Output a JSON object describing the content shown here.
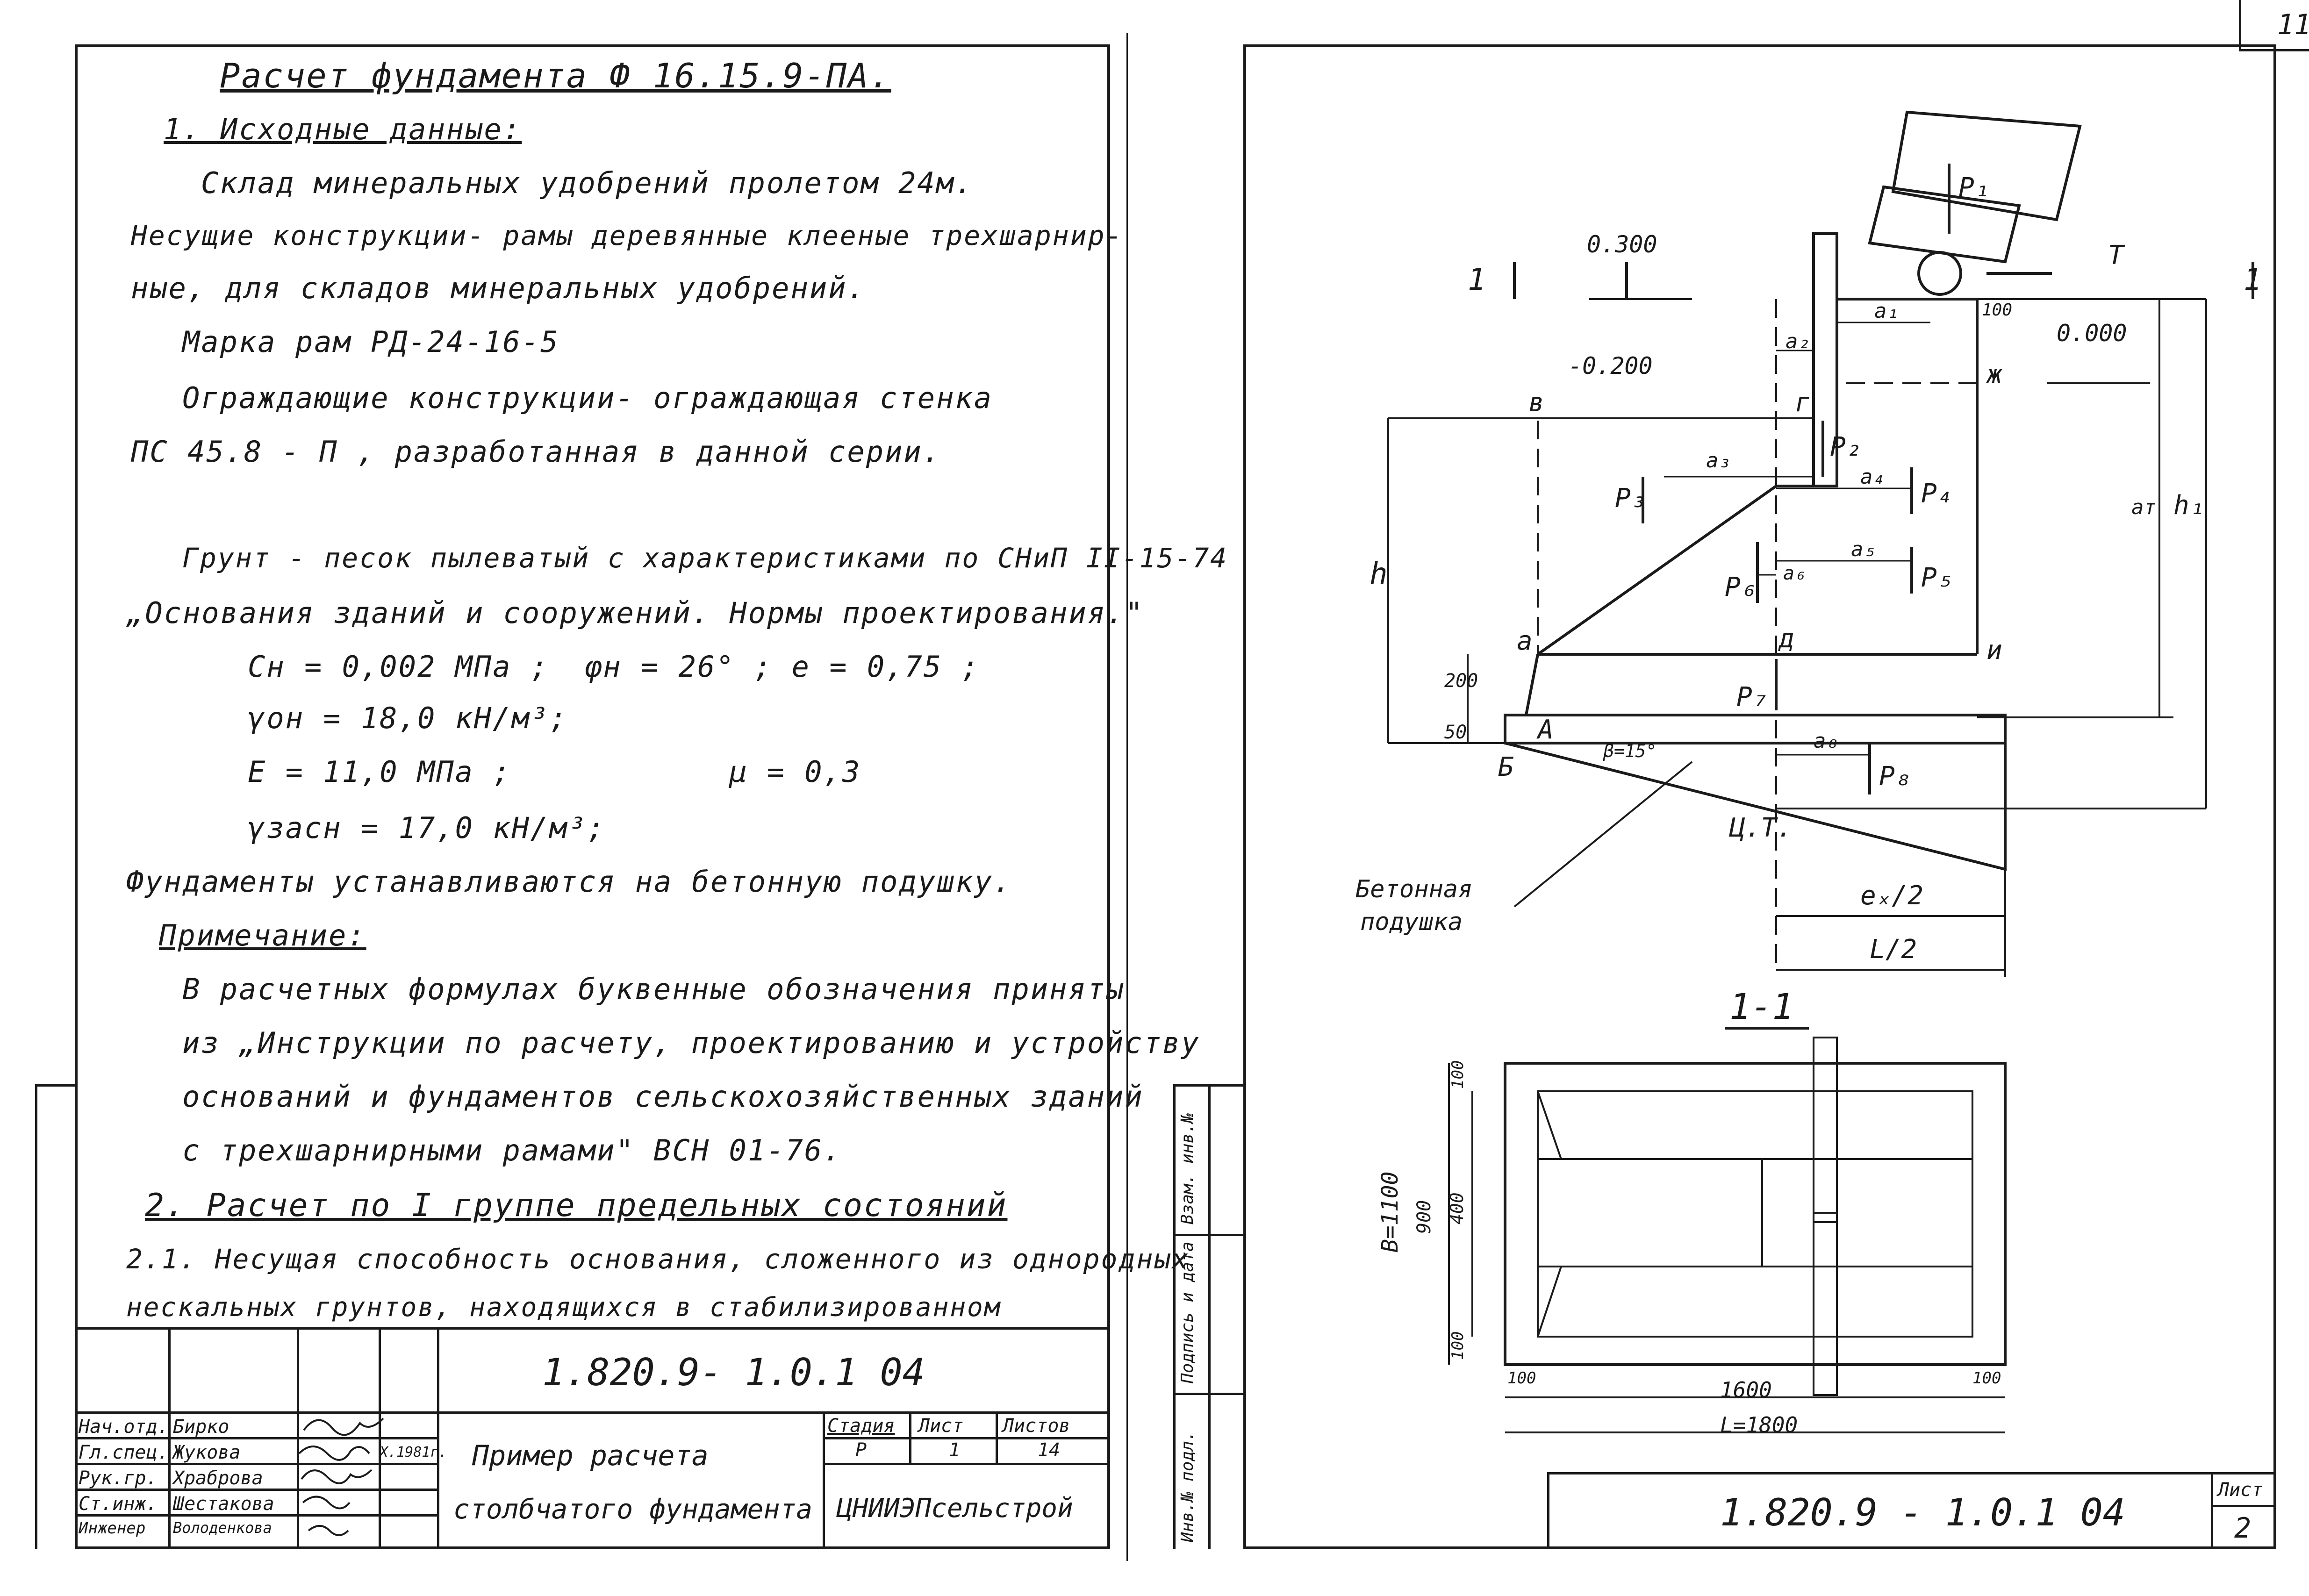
{
  "page_number": "11",
  "left": {
    "title": "Расчет фундамента Ф 16.15.9-ПА.",
    "h1": "1. Исходные данные:",
    "p1": "Склад минеральных удобрений пролетом 24м.",
    "p2a": "Несущие конструкции- рамы деревянные клееные трехшарнир-",
    "p2b": "ные, для складов минеральных удобрений.",
    "p3": "Марка рам   РД-24-16-5",
    "p4a": "Ограждающие конструкции- ограждающая  стенка",
    "p4b": "ПС 45.8 - П ,   разработанная  в данной серии.",
    "p5a": "Грунт - песок пылеватый с характеристиками по СНиП II-15-74",
    "p5b": "„Основания зданий и сооружений. Нормы проектирования.\"",
    "f1": "Сн = 0,002 МПа ;",
    "f2": "φн = 26° ;   e = 0,75 ;",
    "f3": "γон = 18,0 кН/м³;",
    "f4": "E = 11,0 МПа ;",
    "f5": "μ = 0,3",
    "f6": "γзасн = 17,0 кН/м³;",
    "p6": "Фундаменты устанавливаются на бетонную подушку.",
    "h2": "Примечание:",
    "n1": "В расчетных формулах буквенные обозначения приняты",
    "n2": "из „Инструкции по расчету, проектированию и устройству",
    "n3": "оснований и фундаментов сельскохозяйственных зданий",
    "n4": "с трехшарнирными рамами\" ВСН 01-76.",
    "h3": "2. Расчет по I группе предельных состояний",
    "p7a": "2.1. Несущая способность основания, сложенного из однородных",
    "p7b": "нескальных грунтов, находящихся в стабилизированном",
    "stamp": {
      "code": "1.820.9- 1.0.1 04",
      "roles": [
        "Нач.отд.",
        "Гл.спец.",
        "Рук.гр.",
        "Ст.инж.",
        "Инженер"
      ],
      "names": [
        "Бирко",
        "Жукова",
        "Храброва",
        "Шестакова",
        "Володенкова"
      ],
      "date": "X.1981г.",
      "title_line1": "Пример расчета",
      "title_line2": "столбчатого фундамента",
      "stage_label": "Стадия",
      "sheet_label": "Лист",
      "sheets_label": "Листов",
      "stage": "Р",
      "sheet": "1",
      "sheets": "14",
      "org": "ЦНИИЭПсельстрой"
    }
  },
  "right": {
    "labels": {
      "P1": "P₁",
      "P2": "P₂",
      "P3": "P₃",
      "P4": "P₄",
      "P5": "P₅",
      "P6": "P₆",
      "P7": "P₇",
      "P8": "P₈",
      "T": "T",
      "a1": "a₁",
      "a2": "a₂",
      "a3": "a₃",
      "a4": "a₄",
      "a5": "a₅",
      "a6": "a₆",
      "a8": "a₈",
      "lvl1": "0.300",
      "lvl2": "-0.200",
      "lvl3": "0.000",
      "d100": "100",
      "d200": "200",
      "d50": "50",
      "beta": "β=15°",
      "h": "h",
      "h1": "h₁",
      "aT": "aт",
      "pv": "в",
      "pg": "г",
      "pd": "д",
      "pa": "a",
      "pi": "и",
      "pzh": "ж",
      "pA": "A",
      "pB": "Б",
      "pCT": "Ц.Т.",
      "cut1": "1",
      "cut2": "1",
      "ef": "eₓ/2",
      "L2": "L/2",
      "cushion1": "Бетонная",
      "cushion2": "подушка",
      "section": "1-1",
      "B": "B=1100",
      "d900": "900",
      "d400": "400",
      "d100a": "100",
      "d100b": "100",
      "d100c": "100",
      "d100d": "100",
      "d1600": "1600",
      "L": "L=1800"
    },
    "side": [
      "Инв.№ подл.",
      "Подпись и дата",
      "Взам. инв.№"
    ],
    "code": "1.820.9 - 1.0.1  04",
    "sheet_label": "Лист",
    "sheet_no": "2"
  }
}
